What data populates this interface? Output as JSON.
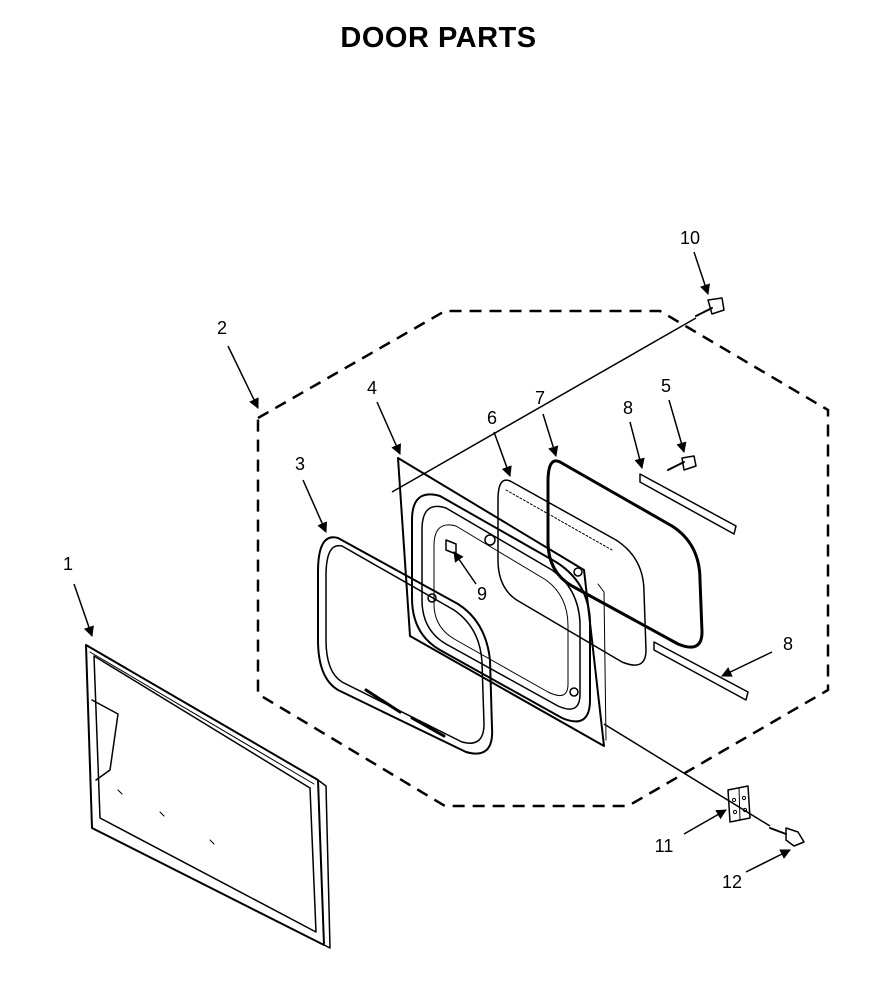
{
  "title": "DOOR PARTS",
  "callouts": [
    "1",
    "2",
    "3",
    "4",
    "5",
    "6",
    "7",
    "8",
    "8",
    "9",
    "10",
    "11",
    "12"
  ]
}
